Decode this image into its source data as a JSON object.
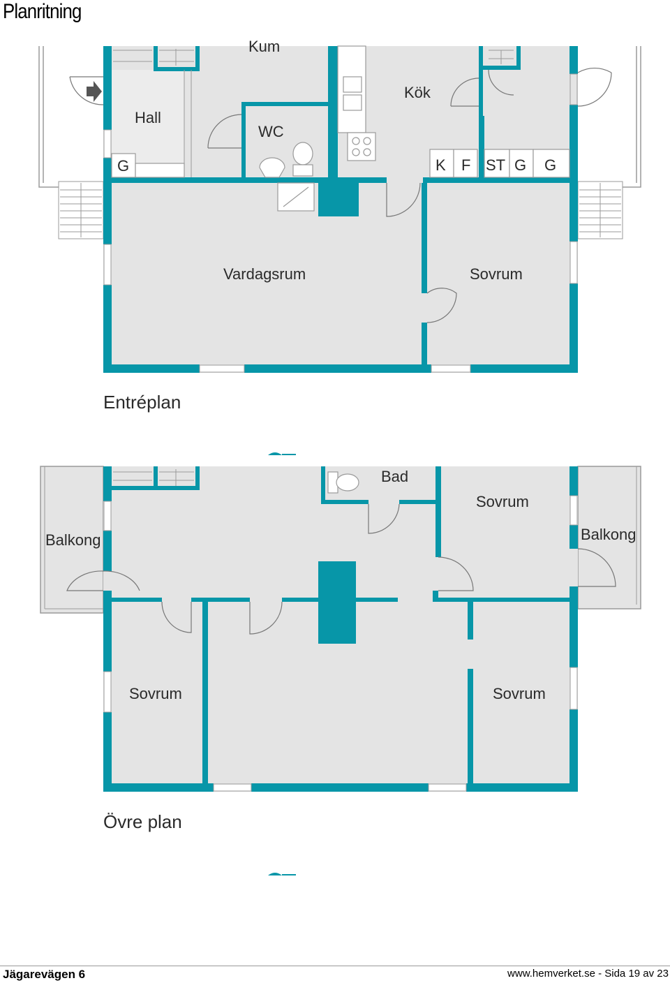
{
  "page": {
    "title": "Planritning"
  },
  "ground_floor": {
    "title": "Entréplan",
    "rooms": {
      "kum": "Kum",
      "hall": "Hall",
      "wc": "WC",
      "kok": "Kök",
      "vardagsrum": "Vardagsrum",
      "sovrum": "Sovrum",
      "g1": "G"
    },
    "storage": [
      "K",
      "F",
      "ST",
      "G",
      "G"
    ]
  },
  "upper_floor": {
    "title": "Övre plan",
    "rooms": {
      "bad": "Bad",
      "sovrum_top": "Sovrum",
      "balkong_left": "Balkong",
      "balkong_right": "Balkong",
      "sovrum_left": "Sovrum",
      "sovrum_right": "Sovrum"
    }
  },
  "footer": {
    "address": "Jägarevägen 6",
    "source": "www.hemverket.se - Sida 19 av 23"
  },
  "colors": {
    "wall": "#0796a8",
    "floor": "#e4e4e4",
    "outline": "#9a9a9a"
  }
}
